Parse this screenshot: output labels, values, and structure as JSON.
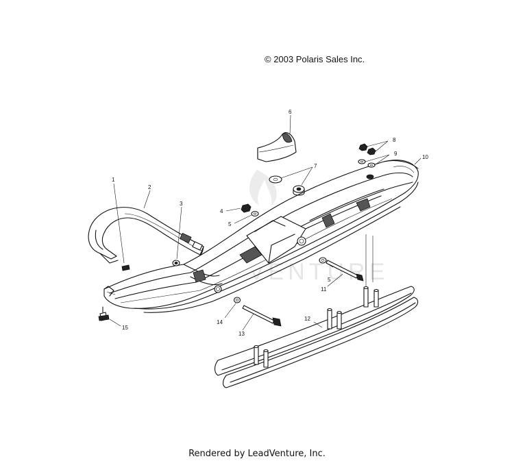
{
  "header": {
    "copyright": "© 2003 Polaris Sales Inc."
  },
  "footer": {
    "rendered_by": "Rendered by LeadVenture, Inc."
  },
  "watermark": {
    "text": "LEADVENTURE"
  },
  "callouts": {
    "c1": "1",
    "c2": "2",
    "c3": "3",
    "c4": "4",
    "c5a": "5",
    "c5b": "5",
    "c6": "6",
    "c7": "7",
    "c8": "8",
    "c9": "9",
    "c10": "10",
    "c11": "11",
    "c12": "12",
    "c13": "13",
    "c14": "14",
    "c15": "15"
  }
}
